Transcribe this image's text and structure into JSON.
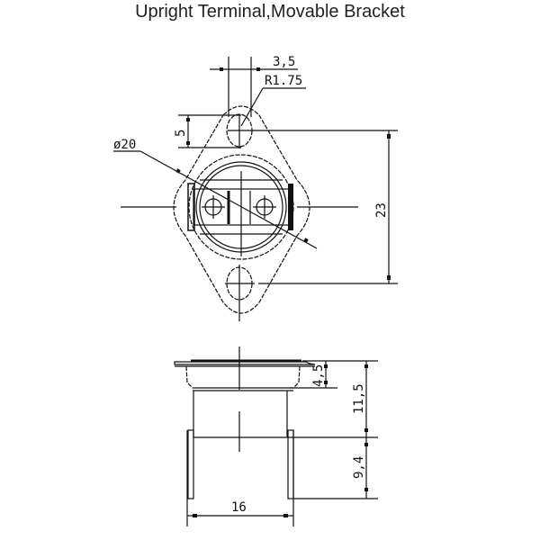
{
  "title": "Upright Terminal,Movable Bracket",
  "top_view": {
    "dimensions": {
      "hole_spacing_width": "3,5",
      "hole_radius": "R1.75",
      "hole_height": "5",
      "diameter": "ø20",
      "mount_hole_distance": "23"
    }
  },
  "side_view": {
    "dimensions": {
      "flange_height": "4,5",
      "body_height": "11,5",
      "terminal_length": "9,4",
      "body_width": "16"
    }
  },
  "colors": {
    "line": "#111111",
    "background": "#ffffff",
    "title": "#222222"
  }
}
